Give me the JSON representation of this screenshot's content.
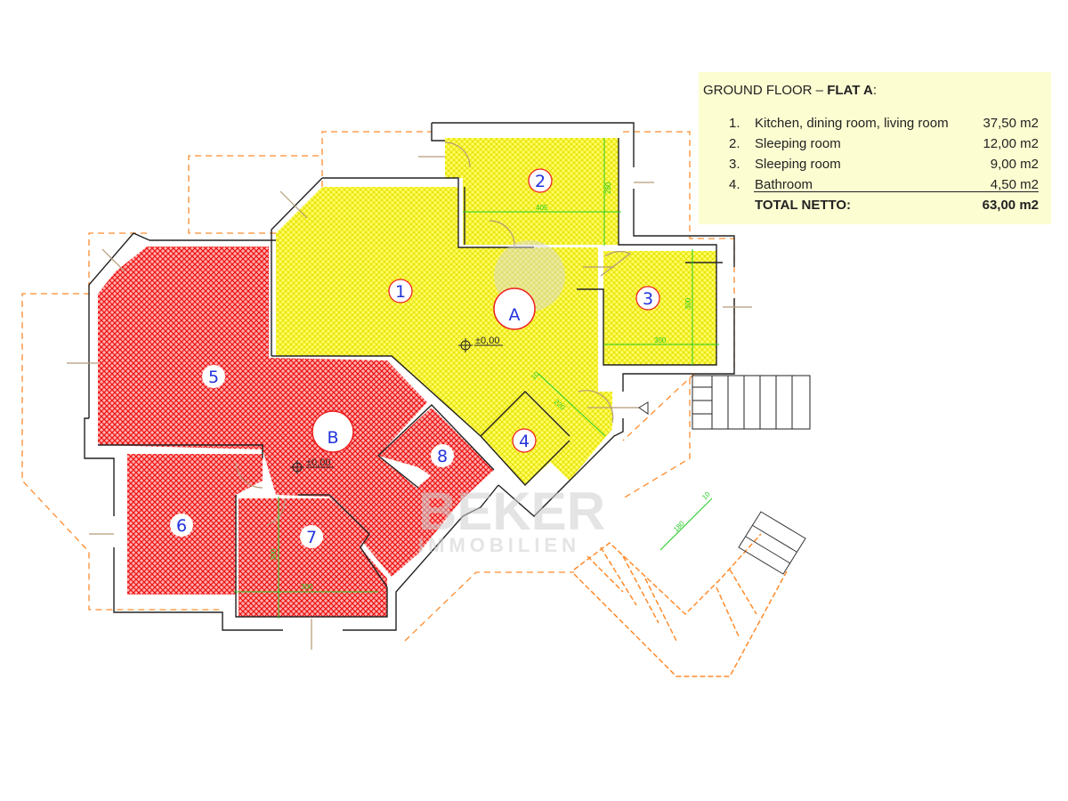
{
  "legend": {
    "title_prefix": "GROUND FLOOR – ",
    "title_bold": "FLAT A",
    "title_suffix": ":",
    "rooms": [
      {
        "num": "1.",
        "label": "Kitchen, dining room, living room",
        "area": "37,50 m2"
      },
      {
        "num": "2.",
        "label": "Sleeping room",
        "area": "12,00 m2"
      },
      {
        "num": "3.",
        "label": "Sleeping room",
        "area": "9,00 m2"
      },
      {
        "num": "4.",
        "label": "Bathroom",
        "area": "4,50 m2"
      }
    ],
    "total_label": "TOTAL NETTO:",
    "total_area": "63,00 m2"
  },
  "plan": {
    "flat_a_label": "A",
    "flat_b_label": "B",
    "room_numbers": [
      "1",
      "2",
      "3",
      "4",
      "5",
      "6",
      "7",
      "8"
    ],
    "level_a": "±0,00",
    "level_b": "±0,00",
    "dimensions": {
      "room2_width": "405",
      "room2_depth": "280",
      "room3_width": "300",
      "room3_depth": "300",
      "room4_diag": "220",
      "room7_width": "300",
      "room7_depth": "300",
      "terrace": "180",
      "terrace_small": "10",
      "room4_small": "10"
    },
    "colors": {
      "flat_a": "#ffff33",
      "flat_b": "#ff2222",
      "walls": "#222222",
      "dimensions": "#22cc22",
      "outline": "#ff8c2e"
    }
  },
  "watermark": {
    "line1": "BEKER",
    "line2": "IMMOBILIEN"
  }
}
